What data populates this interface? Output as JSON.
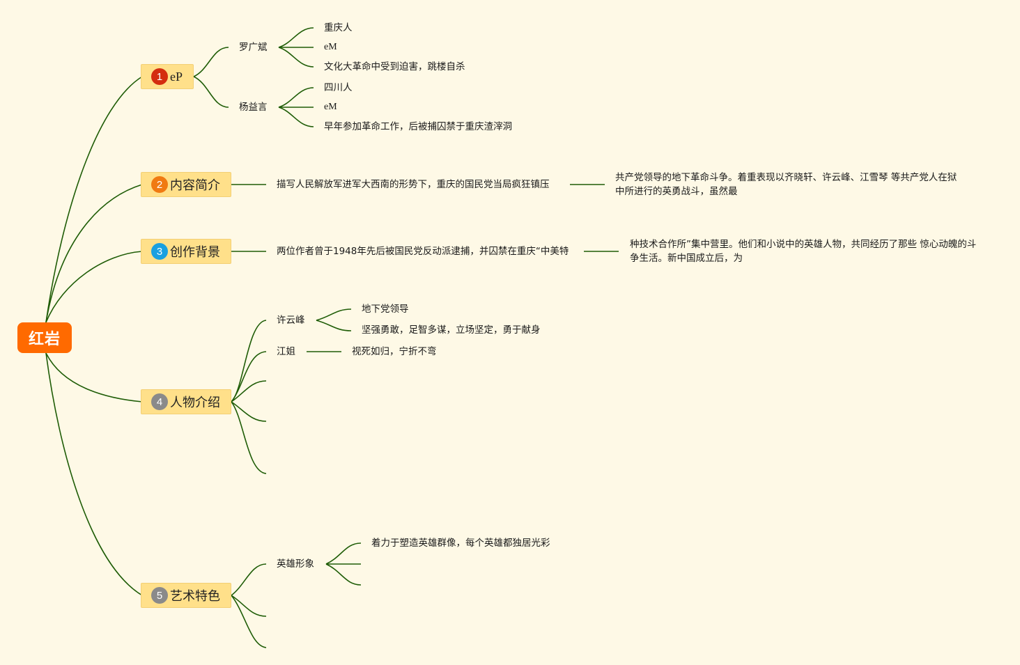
{
  "root": {
    "label": "红岩"
  },
  "colors": {
    "background": "#fef9e6",
    "root": "#ff6a00",
    "branch": "#ffe08a",
    "link": "#1e5c06",
    "badge_1": "#d42d0f",
    "badge_2": "#f07a12",
    "badge_3": "#1aa0e0",
    "badge_4": "#8a8a8a",
    "badge_5": "#8a8a8a"
  },
  "branches": [
    {
      "number": "1",
      "label": "eP",
      "children": [
        {
          "label": "罗广斌",
          "children": [
            "重庆人",
            "eM",
            "文化大革命中受到迫害，跳楼自杀"
          ]
        },
        {
          "label": "杨益言",
          "children": [
            "四川人",
            "eM",
            "早年参加革命工作，后被捕囚禁于重庆渣滓洞"
          ]
        }
      ]
    },
    {
      "number": "2",
      "label": "内容简介",
      "children": [
        "描写人民解放军进军大西南的形势下，重庆的国民党当局疯狂镇压",
        "共产党领导的地下革命斗争。着重表现以齐晓轩、许云峰、江雪琴 等共产党人在狱中所进行的英勇战斗，虽然最"
      ]
    },
    {
      "number": "3",
      "label": "创作背景",
      "children": [
        "两位作者曾于1948年先后被国民党反动派逮捕，并囚禁在重庆“中美特",
        "种技术合作所”集中营里。他们和小说中的英雄人物，共同经历了那些 惊心动魄的斗争生活。新中国成立后，为"
      ]
    },
    {
      "number": "4",
      "label": "人物介绍",
      "children": [
        {
          "label": "许云峰",
          "children": [
            "地下党领导",
            "坚强勇敢，足智多谋，立场坚定，勇于献身"
          ]
        },
        {
          "label": "江姐",
          "children": [
            "视死如归，宁折不弯"
          ]
        }
      ]
    },
    {
      "number": "5",
      "label": "艺术特色",
      "children": [
        {
          "label": "英雄形象",
          "children": [
            "着力于塑造英雄群像，每个英雄都独居光彩"
          ]
        }
      ]
    }
  ]
}
